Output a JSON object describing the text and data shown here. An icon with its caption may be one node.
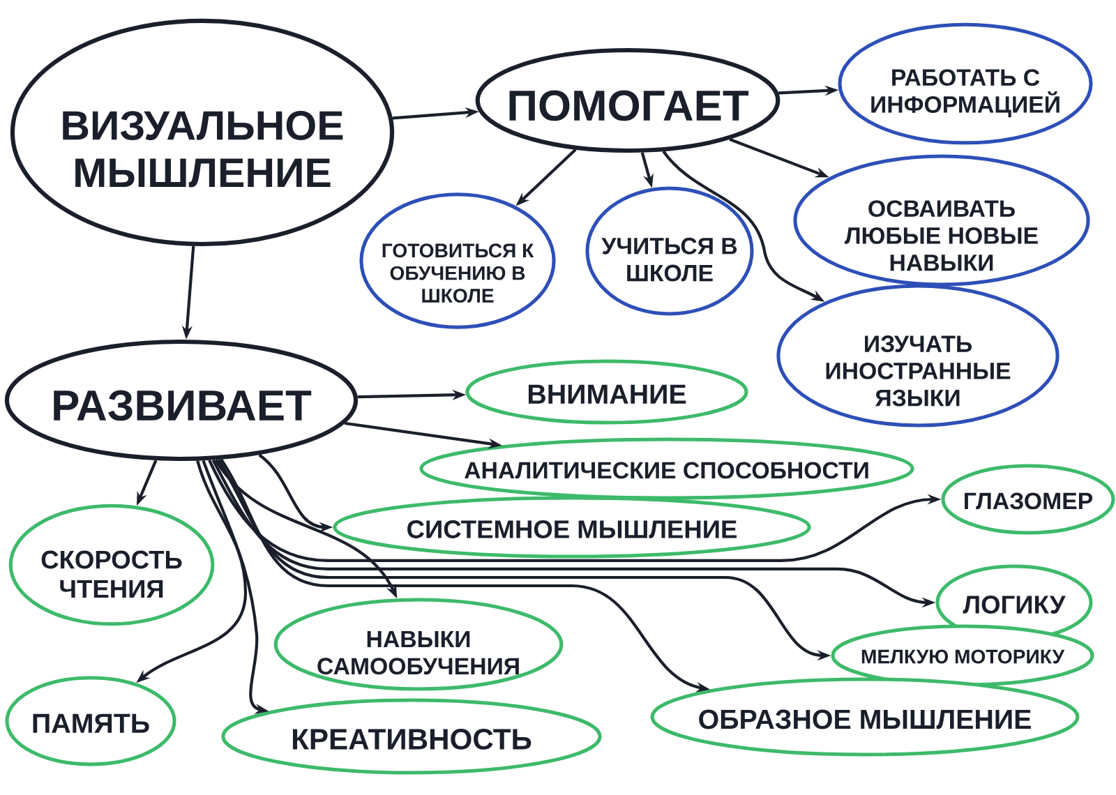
{
  "diagram": {
    "nodes": [
      {
        "text": [
          "ВИЗУАЛЬНОЕ МЫШЛЕНИЕ"
        ]
      },
      {
        "text": [
          "ПОМОГАЕТ"
        ]
      },
      {
        "text": [
          "РАБОТАТЬ С ИНФОРМАЦИЕЙ"
        ]
      },
      {
        "text": [
          "ГОТОВИТЬСЯ К ОБУЧЕНИЮ В ШКОЛЕ"
        ]
      },
      {
        "text": [
          "УЧИТЬСЯ В ШКОЛЕ"
        ]
      },
      {
        "text": [
          "ОСВАИВАТЬ ЛЮБЫЕ НОВЫЕ НАВЫКИ"
        ]
      },
      {
        "text": [
          "ИЗУЧАТЬ ИНОСТРАННЫЕ ЯЗЫКИ"
        ]
      },
      {
        "text": [
          "РАЗВИВАЕТ"
        ]
      },
      {
        "text": [
          "ВНИМАНИЕ"
        ]
      },
      {
        "text": [
          "АНАЛИТИЧЕСКИЕ СПОСОБНОСТИ"
        ]
      },
      {
        "text": [
          "СИСТЕМНОЕ МЫШЛЕНИЕ"
        ]
      },
      {
        "text": [
          "ГЛАЗОМЕР"
        ]
      },
      {
        "text": [
          "СКОРОСТЬ ЧТЕНИЯ"
        ]
      },
      {
        "text": [
          "ЛОГИКУ"
        ]
      },
      {
        "text": [
          "НАВЫКИ САМООБУЧЕНИЯ"
        ]
      },
      {
        "text": [
          "МЕЛКУЮ МОТОРИКУ"
        ]
      },
      {
        "text": [
          "ПАМЯТЬ"
        ]
      },
      {
        "text": [
          "ОБРАЗНОЕ МЫШЛЕНИЕ"
        ]
      },
      {
        "text": [
          "КРЕАТИВНОСТЬ"
        ]
      }
    ],
    "edges": [
      {
        "from": 0,
        "to": 1,
        "arrow": "to"
      },
      {
        "from": 0,
        "to": 7,
        "arrow": "to"
      },
      {
        "from": 1,
        "to": 2,
        "arrow": "to"
      },
      {
        "from": 1,
        "to": 3,
        "arrow": "to"
      },
      {
        "from": 1,
        "to": 4,
        "arrow": "to"
      },
      {
        "from": 1,
        "to": 5,
        "arrow": "to"
      },
      {
        "from": 1,
        "to": 6,
        "arrow": "to"
      },
      {
        "from": 7,
        "to": 8,
        "arrow": "to"
      },
      {
        "from": 7,
        "to": 9,
        "arrow": "to"
      },
      {
        "from": 7,
        "to": 10,
        "arrow": "to"
      },
      {
        "from": 7,
        "to": 11,
        "arrow": "to"
      },
      {
        "from": 7,
        "to": 12,
        "arrow": "to"
      },
      {
        "from": 7,
        "to": 13,
        "arrow": "to"
      },
      {
        "from": 7,
        "to": 14,
        "arrow": "to"
      },
      {
        "from": 7,
        "to": 15,
        "arrow": "to"
      },
      {
        "from": 7,
        "to": 16,
        "arrow": "to"
      },
      {
        "from": 7,
        "to": 17,
        "arrow": "to"
      },
      {
        "from": 7,
        "to": 18,
        "arrow": "to"
      }
    ]
  }
}
